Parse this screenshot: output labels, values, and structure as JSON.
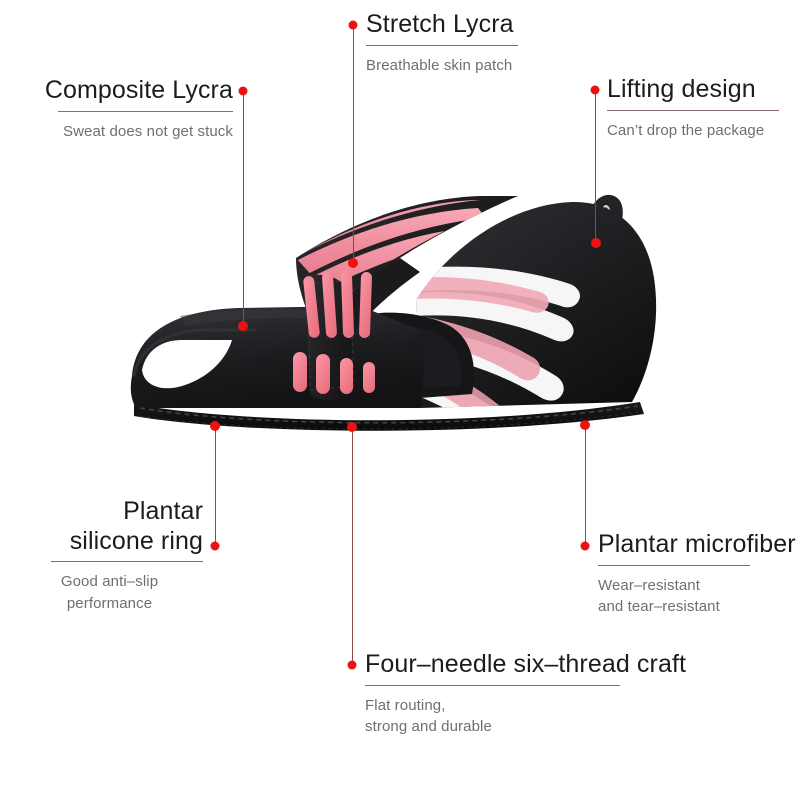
{
  "page": {
    "background": "#ffffff",
    "accent_dot_color": "#ee1111",
    "connector_color": "#8b4a4a",
    "title_color": "#1c1c1c",
    "subtitle_color": "#6f6f6f",
    "rule_color": "#8a6a6a"
  },
  "product": {
    "name": "yoga-pilates-grip-sock-shoe",
    "body_color": "#1b1b1d",
    "strap_stripe_pink": "#efa0ad",
    "heel_stripe_white": "#f7f7f7",
    "grip_dash_pink": "#f2808f",
    "toe_opening_color": "#ffffff",
    "sole_stitch_color": "#2e2e30"
  },
  "callouts": [
    {
      "id": "composite-lycra",
      "title": "Composite Lycra",
      "subtitle": "Sweat does not get stuck"
    },
    {
      "id": "stretch-lycra",
      "title": "Stretch Lycra",
      "subtitle": "Breathable skin patch"
    },
    {
      "id": "lifting-design",
      "title": "Lifting design",
      "subtitle": "Can’t drop the package"
    },
    {
      "id": "plantar-silicone-ring",
      "title": "Plantar\nsilicone ring",
      "subtitle": "Good anti–slip\nperformance"
    },
    {
      "id": "plantar-microfiber",
      "title": "Plantar microfiber",
      "subtitle": "Wear–resistant\nand tear–resistant"
    },
    {
      "id": "four-needle-six-thread-craft",
      "title": "Four–needle six–thread craft",
      "subtitle": "Flat routing,\nstrong and durable"
    }
  ]
}
